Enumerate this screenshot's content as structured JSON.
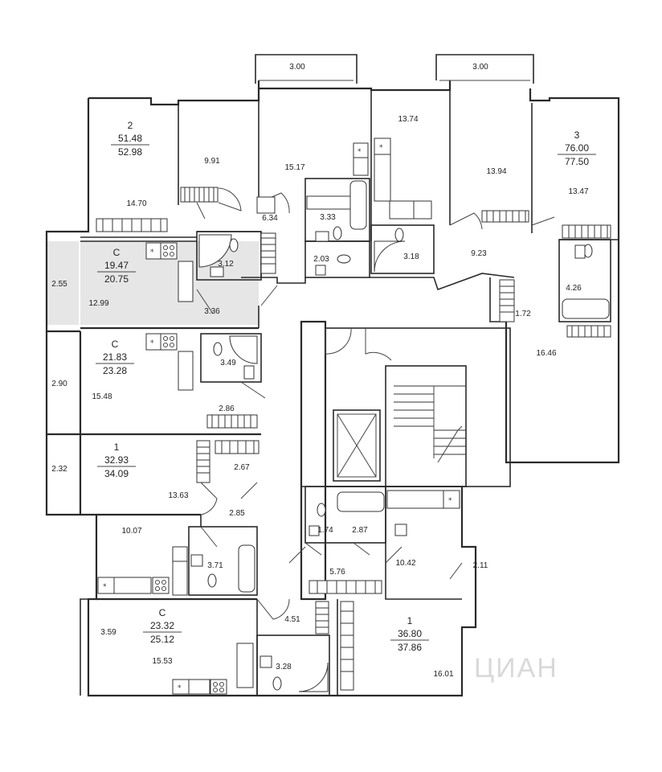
{
  "colors": {
    "wall": "#2a2a2a",
    "highlight": "#e6e6e6",
    "watermark": "#d9d9d9"
  },
  "watermark": "ЦИАН",
  "apartments": [
    {
      "id": "apt-2-top-left",
      "type": "2",
      "living": "51.48",
      "total": "52.98"
    },
    {
      "id": "apt-3-top-right",
      "type": "3",
      "living": "76.00",
      "total": "77.50"
    },
    {
      "id": "apt-studio-1",
      "type": "С",
      "living": "19.47",
      "total": "20.75"
    },
    {
      "id": "apt-studio-2",
      "type": "С",
      "living": "21.83",
      "total": "23.28"
    },
    {
      "id": "apt-1-left",
      "type": "1",
      "living": "32.93",
      "total": "34.09"
    },
    {
      "id": "apt-studio-3",
      "type": "С",
      "living": "23.32",
      "total": "25.12"
    },
    {
      "id": "apt-1-bottom-right",
      "type": "1",
      "living": "36.80",
      "total": "37.86"
    }
  ],
  "rooms": {
    "balcony_top_1": "3.00",
    "balcony_top_2": "3.00",
    "r_13_74": "13.74",
    "r_9_91": "9.91",
    "r_15_17": "15.17",
    "r_13_94": "13.94",
    "r_13_47": "13.47",
    "r_14_70": "14.70",
    "r_6_34": "6.34",
    "r_3_33": "3.33",
    "r_2_03": "2.03",
    "r_3_18": "3.18",
    "r_9_23": "9.23",
    "r_4_26": "4.26",
    "r_2_55": "2.55",
    "r_12_99": "12.99",
    "r_3_12": "3.12",
    "r_3_36": "3.36",
    "r_1_72": "1.72",
    "r_16_46": "16.46",
    "r_2_90": "2.90",
    "r_15_48": "15.48",
    "r_3_49": "3.49",
    "r_2_86": "2.86",
    "r_2_32": "2.32",
    "r_13_63": "13.63",
    "r_2_67": "2.67",
    "r_2_85": "2.85",
    "r_10_07": "10.07",
    "r_3_71": "3.71",
    "r_1_74": "1.74",
    "r_2_87": "2.87",
    "r_5_76": "5.76",
    "r_10_42": "10.42",
    "r_2_11": "2.11",
    "r_3_59": "3.59",
    "r_4_51": "4.51",
    "r_15_53": "15.53",
    "r_3_28": "3.28",
    "r_16_01": "16.01"
  },
  "icons": {
    "asterisk": "*",
    "stove": "stove-icon",
    "sink": "sink-icon",
    "toilet": "toilet-icon",
    "bath": "bathtub-icon",
    "shower": "shower-icon"
  }
}
